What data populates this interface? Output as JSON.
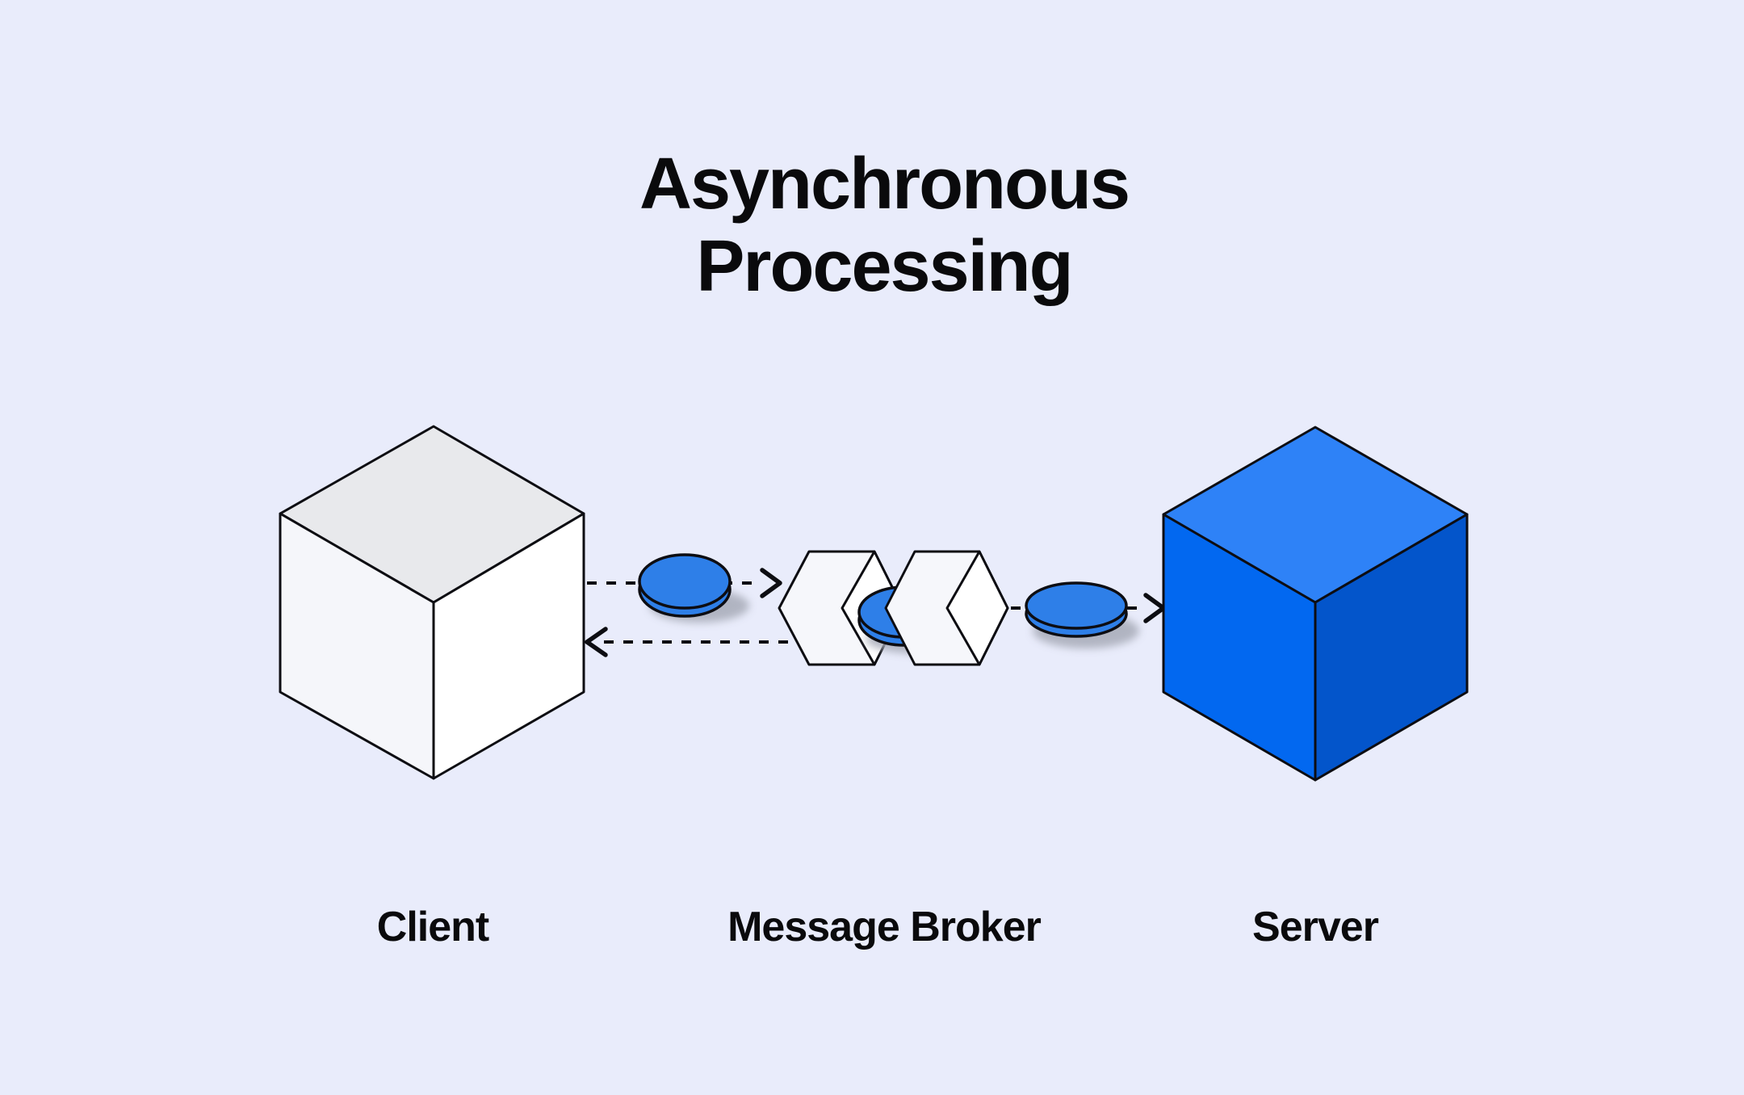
{
  "title": {
    "line1": "Asynchronous",
    "line2": "Processing"
  },
  "nodes": {
    "client": {
      "label": "Client",
      "type": "cube"
    },
    "broker": {
      "label": "Message Broker",
      "type": "double-hollow-cube"
    },
    "server": {
      "label": "Server",
      "type": "cube"
    }
  },
  "messages": {
    "shape": "coin",
    "count": 3,
    "color": "#2E7FE8"
  },
  "flows": [
    {
      "name": "client-to-broker",
      "style": "dashed-arrow",
      "direction": "right"
    },
    {
      "name": "broker-to-client",
      "style": "dashed-arrow",
      "direction": "left"
    },
    {
      "name": "broker-to-server",
      "style": "dashed-arrow",
      "direction": "right"
    }
  ],
  "colors": {
    "background": "#E9ECFB",
    "text": "#0A0A0C",
    "outline": "#0D0D12",
    "message_blue": "#2E7FE8",
    "shadow": "#A7ABB8",
    "client_top": "#E8E9EC",
    "client_left": "#F5F6FA",
    "client_right": "#FFFFFF",
    "broker_face": "#F6F7FB",
    "broker_side": "#FFFFFF",
    "server_top": "#2E82F7",
    "server_left": "#0268F0",
    "server_right": "#0355CB"
  }
}
